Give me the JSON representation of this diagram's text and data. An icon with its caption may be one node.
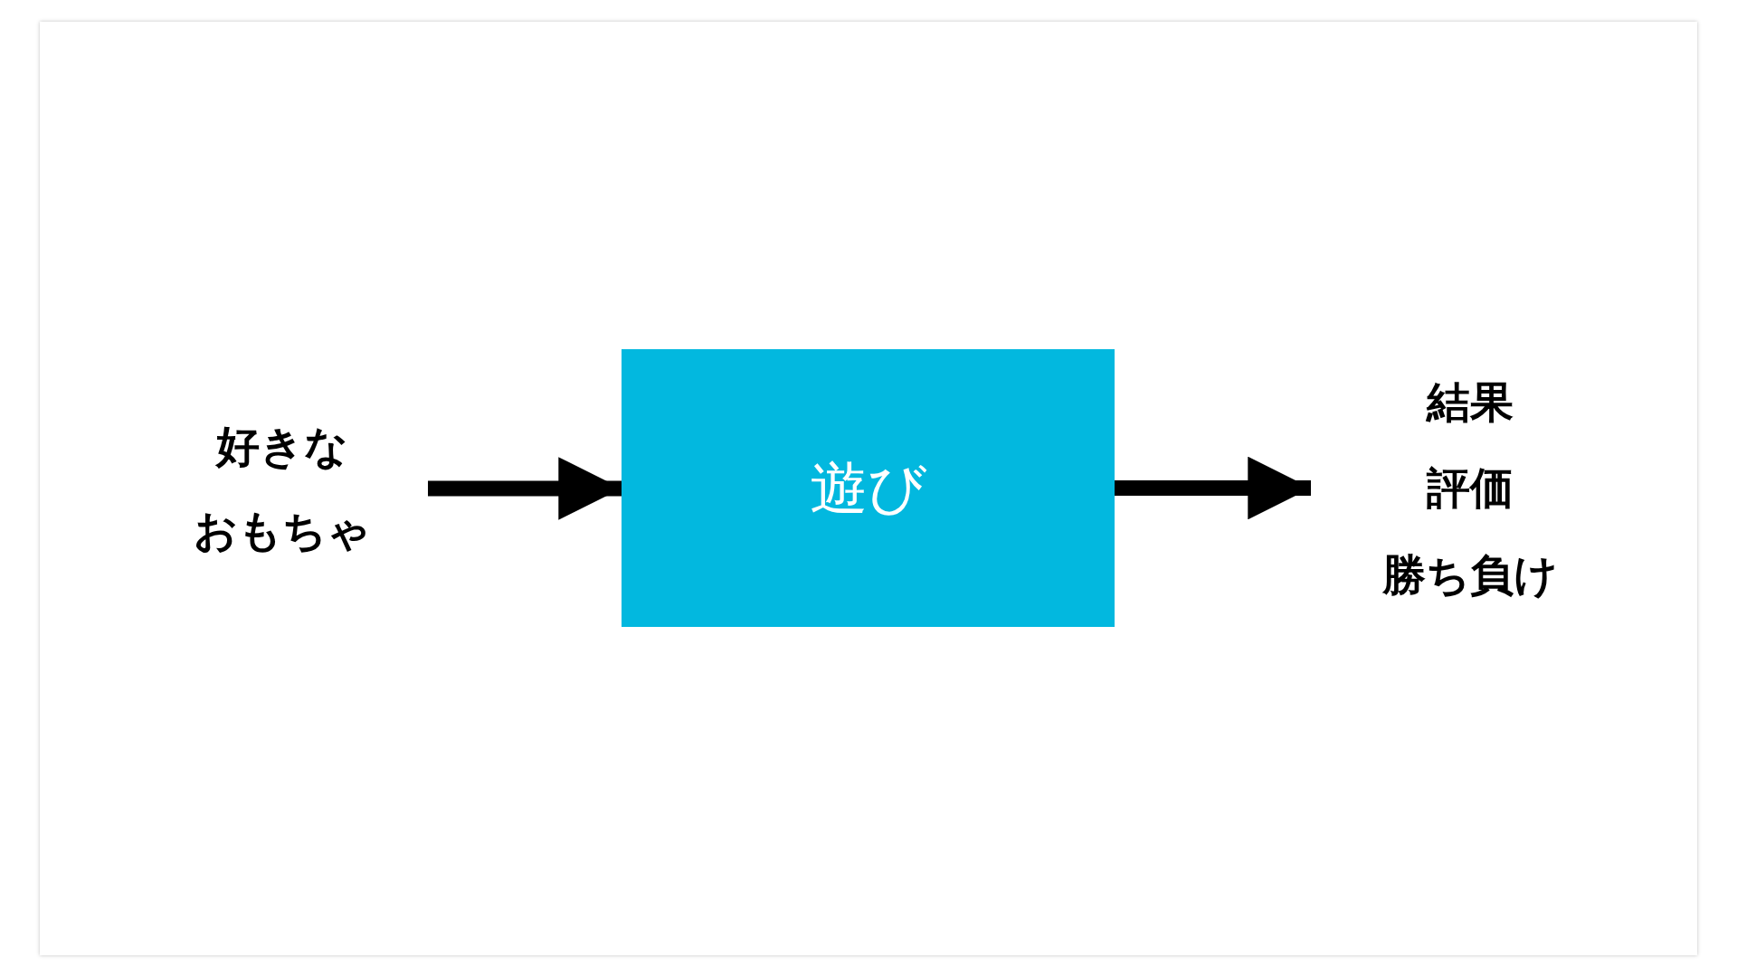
{
  "diagram": {
    "nodes": [
      {
        "text": [
          "好きな",
          "おもちゃ"
        ]
      },
      {
        "text": [
          "遊び"
        ]
      },
      {
        "text": [
          "結果",
          "評価",
          "勝ち負け"
        ]
      }
    ],
    "edges": [
      {
        "from": 0,
        "to": 1,
        "arrow": "to"
      },
      {
        "from": 1,
        "to": 2,
        "arrow": "to"
      }
    ]
  }
}
